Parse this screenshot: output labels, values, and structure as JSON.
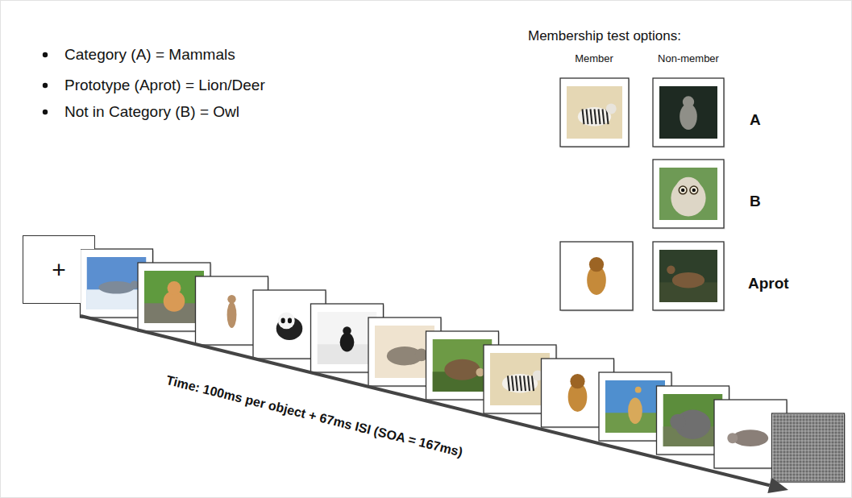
{
  "diagram": {
    "nodes": [
      {
        "text": [
          "+"
        ]
      }
    ],
    "labels": [
      "Category (A) = Mammals",
      "Prototype (Aprot) = Lion/Deer",
      "Not in Category (B) = Owl",
      "Membership test options:",
      "Member",
      "Non-member",
      "A",
      "B",
      "Aprot",
      "Time: 100ms per object + 67ms ISI (SOA = 167ms)"
    ]
  }
}
